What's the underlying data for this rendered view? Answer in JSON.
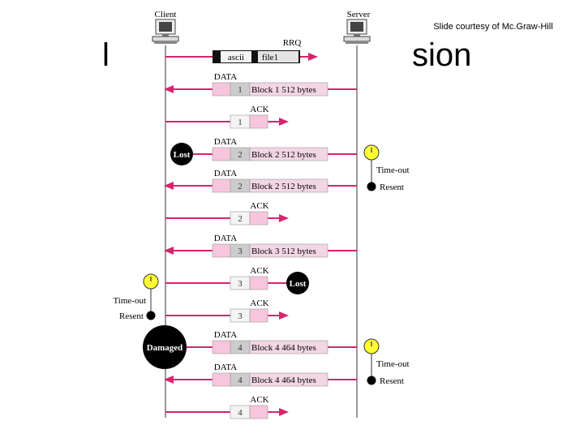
{
  "slide": {
    "title_left_fragment": "l",
    "title_right_fragment": "sion",
    "courtesy": "Slide courtesy of Mc.Graw-Hill"
  },
  "diagram": {
    "client_label": "Client",
    "server_label": "Server",
    "rrq": {
      "label": "RRQ",
      "mode": "ascii",
      "file": "file1"
    },
    "messages": [
      {
        "kind": "DATA",
        "num": "1",
        "text": "Block 1  512 bytes",
        "dir": "left",
        "status": "ok"
      },
      {
        "kind": "ACK",
        "num": "1",
        "text": "",
        "dir": "right",
        "status": "ok"
      },
      {
        "kind": "DATA",
        "num": "2",
        "text": "Block 2  512 bytes",
        "dir": "left",
        "status": "lost"
      },
      {
        "kind": "DATA",
        "num": "2",
        "text": "Block 2  512 bytes",
        "dir": "left",
        "status": "ok"
      },
      {
        "kind": "ACK",
        "num": "2",
        "text": "",
        "dir": "right",
        "status": "ok"
      },
      {
        "kind": "DATA",
        "num": "3",
        "text": "Block 3  512 bytes",
        "dir": "left",
        "status": "ok"
      },
      {
        "kind": "ACK",
        "num": "3",
        "text": "",
        "dir": "right",
        "status": "lost"
      },
      {
        "kind": "ACK",
        "num": "3",
        "text": "",
        "dir": "right",
        "status": "ok"
      },
      {
        "kind": "DATA",
        "num": "4",
        "text": "Block 4  464 bytes",
        "dir": "left",
        "status": "damaged"
      },
      {
        "kind": "DATA",
        "num": "4",
        "text": "Block 4  464 bytes",
        "dir": "left",
        "status": "ok"
      },
      {
        "kind": "ACK",
        "num": "4",
        "text": "",
        "dir": "right",
        "status": "ok"
      }
    ],
    "lost_label": "Lost",
    "damaged_label": "Damaged",
    "timeout_label": "Time-out",
    "resent_label": "Resent",
    "colors": {
      "arrow": "#d6246e",
      "packet_num": "#cccccc",
      "packet_pink": "#f7c6dc",
      "packet_text": "#f2d6e4",
      "timer": "#ffff33",
      "line": "#555555"
    }
  }
}
